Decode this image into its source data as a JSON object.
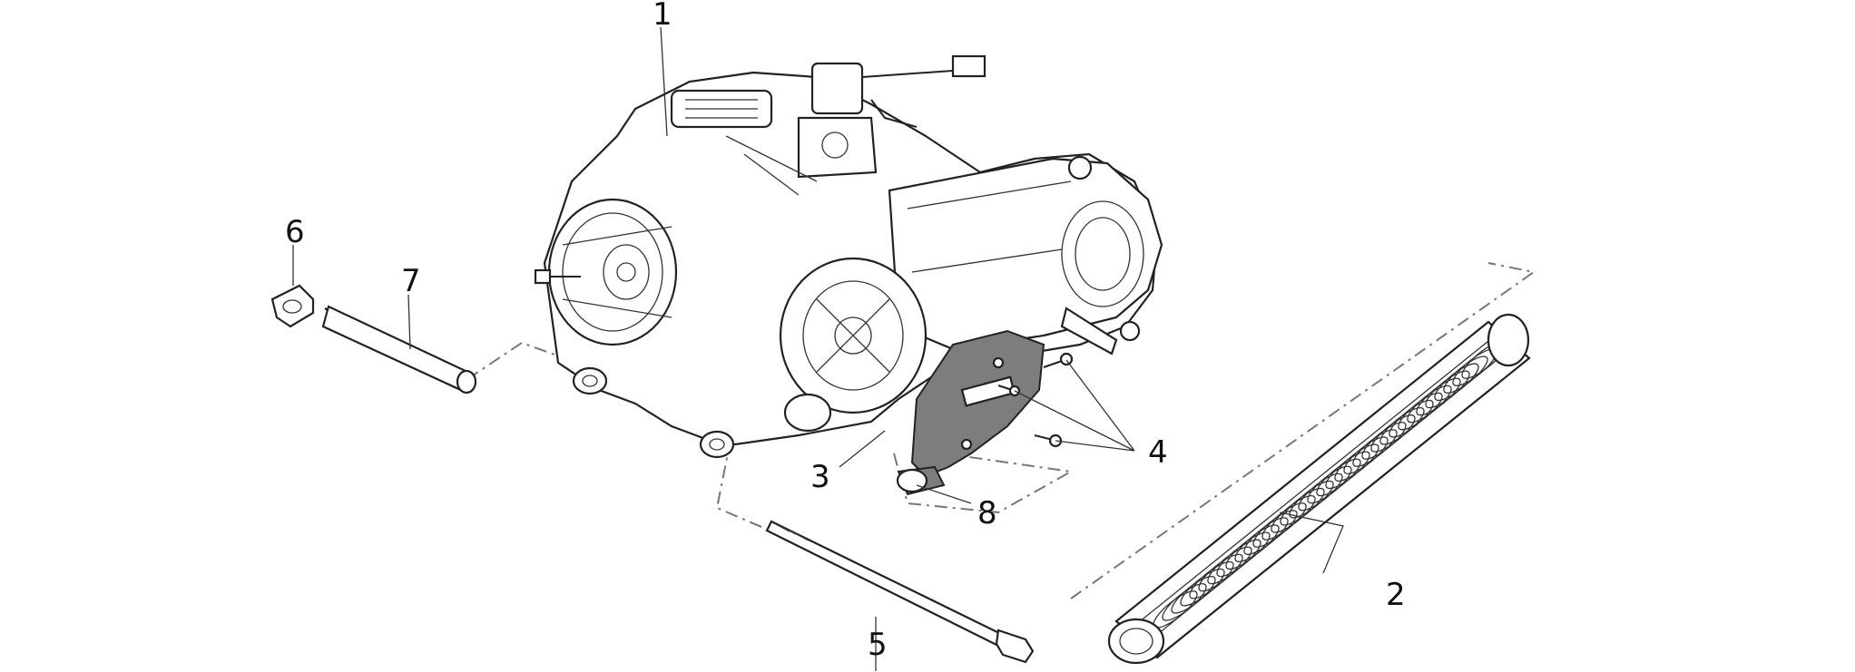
{
  "diagram": {
    "callouts": [
      {
        "id": "1",
        "text": "1"
      },
      {
        "id": "2",
        "text": "2"
      },
      {
        "id": "3",
        "text": "3"
      },
      {
        "id": "4",
        "text": "4"
      },
      {
        "id": "5",
        "text": "5"
      },
      {
        "id": "6",
        "text": "6"
      },
      {
        "id": "7",
        "text": "7"
      },
      {
        "id": "8",
        "text": "8"
      }
    ]
  },
  "colors": {
    "line": "#222222",
    "highlighted_part": "#7d7d7d",
    "assembly_path": "#777777",
    "background": "#ffffff"
  }
}
